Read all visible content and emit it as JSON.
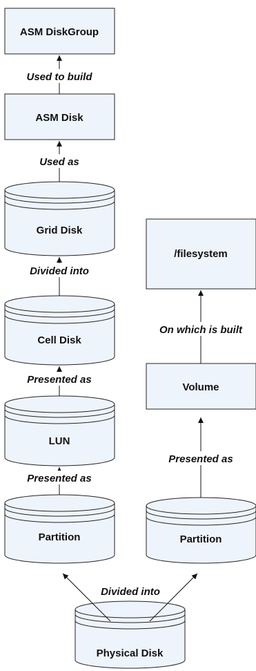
{
  "nodes": {
    "asm_diskgroup": "ASM DiskGroup",
    "asm_disk": "ASM Disk",
    "grid_disk": "Grid Disk",
    "cell_disk": "Cell Disk",
    "lun": "LUN",
    "partition_left": "Partition",
    "partition_right": "Partition",
    "physical_disk": "Physical Disk",
    "volume": "Volume",
    "filesystem": "/filesystem"
  },
  "edges": {
    "used_to_build": "Used to build",
    "used_as": "Used as",
    "divided_into_grid": "Divided into",
    "presented_as_cell": "Presented as",
    "presented_as_lun": "Presented as",
    "presented_as_right": "Presented as",
    "on_which_is_built": "On which is built",
    "divided_into_physical": "Divided into"
  }
}
